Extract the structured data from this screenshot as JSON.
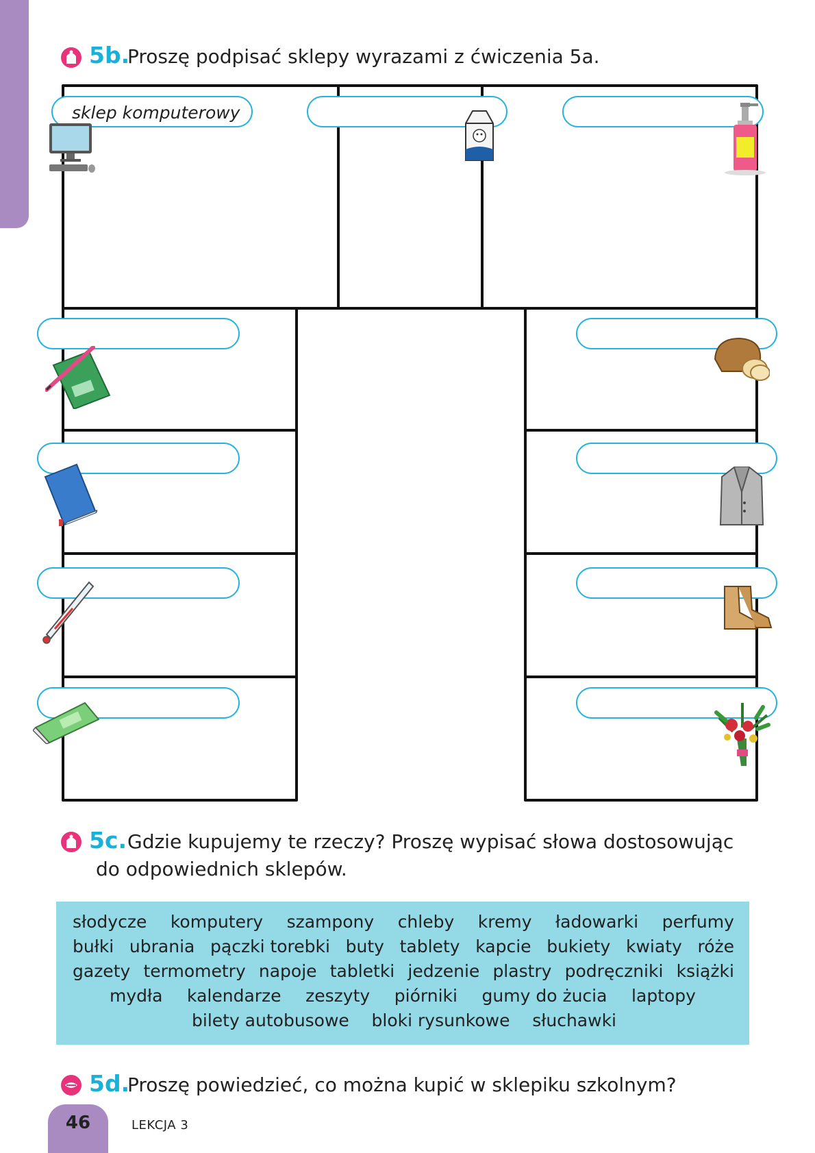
{
  "page": {
    "number": "46",
    "lesson": "LEKCJA 3"
  },
  "exercise_5b": {
    "number": "5b.",
    "instruction": "Proszę podpisać sklepy wyrazami z ćwiczenia 5a.",
    "icon": "writing-icon",
    "filled_label": "sklep komputerowy"
  },
  "shop_pictures": [
    "computer",
    "milk-carton",
    "soap-dispenser",
    "notebook-with-pen",
    "bread",
    "blue-book",
    "jacket",
    "thermometer",
    "boots",
    "chewing-gum",
    "flower-bouquet"
  ],
  "exercise_5c": {
    "number": "5c.",
    "instruction_line1": "Gdzie kupujemy te rzeczy? Proszę wypisać słowa dostosowując",
    "instruction_line2": "do odpowiednich sklepów.",
    "icon": "writing-icon",
    "words": [
      [
        "słodycze",
        "komputery",
        "szampony",
        "chleby",
        "kremy",
        "ładowarki",
        "perfumy"
      ],
      [
        "bułki",
        "ubrania",
        "pączki torebki",
        "buty",
        "tablety",
        "kapcie",
        "bukiety",
        "kwiaty",
        "róże"
      ],
      [
        "gazety",
        "termometry",
        "napoje",
        "tabletki",
        "jedzenie",
        "plastry",
        "podręczniki",
        "książki"
      ],
      [
        "mydła",
        "kalendarze",
        "zeszyty",
        "piórniki",
        "gumy do żucia",
        "laptopy"
      ],
      [
        "bilety autobusowe",
        "bloki rysunkowe",
        "słuchawki"
      ]
    ]
  },
  "exercise_5d": {
    "number": "5d.",
    "instruction": "Proszę powiedzieć, co można kupić w sklepiku szkolnym?",
    "icon": "speaking-icon"
  },
  "colors": {
    "accent": "#1ab0d8",
    "tab": "#a98bc2",
    "word_box": "#93d9e6",
    "label_border": "#28b3dd"
  }
}
